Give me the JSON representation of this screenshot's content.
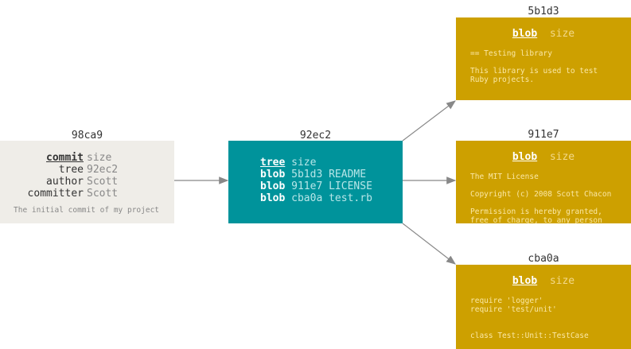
{
  "colors": {
    "commit_bg": "#efede8",
    "tree_bg": "#00939b",
    "blob_bg": "#cda000",
    "blob_text": "#fbe8a6",
    "tree_text": "#b8e6e8",
    "arrow": "#888888"
  },
  "commit": {
    "id": "98ca9",
    "type": "commit",
    "size": "size",
    "rows": [
      {
        "key": "tree",
        "value": "92ec2"
      },
      {
        "key": "author",
        "value": "Scott"
      },
      {
        "key": "committer",
        "value": "Scott"
      }
    ],
    "message": "The initial commit of my project"
  },
  "tree": {
    "id": "92ec2",
    "type": "tree",
    "size": "size",
    "entries": [
      {
        "kind": "blob",
        "hash": "5b1d3",
        "name": "README"
      },
      {
        "kind": "blob",
        "hash": "911e7",
        "name": "LICENSE"
      },
      {
        "kind": "blob",
        "hash": "cba0a",
        "name": "test.rb"
      }
    ]
  },
  "blobs": [
    {
      "id": "5b1d3",
      "type": "blob",
      "size": "size",
      "lines": [
        "== Testing library",
        "",
        "This library is used to test",
        "Ruby projects."
      ]
    },
    {
      "id": "911e7",
      "type": "blob",
      "size": "size",
      "lines": [
        "The MIT License",
        "",
        "Copyright (c) 2008 Scott Chacon",
        "",
        "Permission is hereby granted,",
        "free of charge, to any person"
      ]
    },
    {
      "id": "cba0a",
      "type": "blob",
      "size": "size",
      "lines": [
        "require 'logger'",
        "require 'test/unit'",
        "",
        "",
        "class Test::Unit::TestCase"
      ]
    }
  ]
}
